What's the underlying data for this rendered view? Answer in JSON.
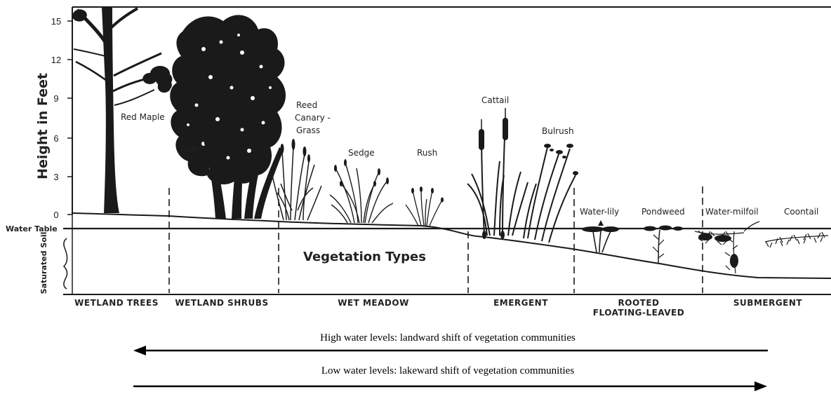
{
  "axis": {
    "ylabel": "Height in Feet",
    "ticks": [
      "15",
      "12",
      "9",
      "6",
      "3",
      "0"
    ]
  },
  "side_labels": {
    "water_table": "Water Table",
    "saturated_soil": "Saturated Soil"
  },
  "plants": {
    "red_maple": "Red Maple",
    "alder": "Alder",
    "reed_canary_grass": [
      "Reed",
      "Canary -",
      "Grass"
    ],
    "sedge": "Sedge",
    "rush": "Rush",
    "cattail": "Cattail",
    "bulrush": "Bulrush",
    "water_lily": "Water-lily",
    "pondweed": "Pondweed",
    "water_milfoil": "Water-milfoil",
    "coontail": "Coontail"
  },
  "vegetation_types_label": "Vegetation Types",
  "zones": {
    "wetland_trees": "WETLAND TREES",
    "wetland_shrubs": "WETLAND SHRUBS",
    "wet_meadow": "WET MEADOW",
    "emergent": "EMERGENT",
    "rooted_floating_leaved": [
      "ROOTED",
      "FLOATING-LEAVED"
    ],
    "submergent": "SUBMERGENT"
  },
  "captions": {
    "high_water": "High water levels: landward shift of vegetation communities",
    "low_water": "Low water levels: lakeward shift of vegetation communities"
  },
  "arrows": {
    "high_water_direction": "left",
    "low_water_direction": "right"
  }
}
